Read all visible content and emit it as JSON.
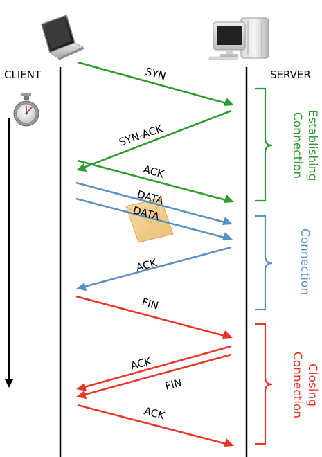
{
  "hosts": {
    "client": {
      "label": "CLIENT",
      "icon": "laptop-icon"
    },
    "server": {
      "label": "SERVER",
      "icon": "desktop-computer-icon"
    }
  },
  "timer_icon": "stopwatch-icon",
  "messages": [
    {
      "label": "SYN",
      "direction": "client-to-server",
      "color": "#2e9b2e"
    },
    {
      "label": "SYN-ACK",
      "direction": "server-to-client",
      "color": "#2e9b2e"
    },
    {
      "label": "ACK",
      "direction": "client-to-server",
      "color": "#2e9b2e"
    },
    {
      "label": "DATA",
      "direction": "client-to-server",
      "color": "#5b8fc7"
    },
    {
      "label": "DATA",
      "direction": "client-to-server",
      "color": "#5b8fc7"
    },
    {
      "label": "ACK",
      "direction": "server-to-client",
      "color": "#5b8fc7"
    },
    {
      "label": "FIN",
      "direction": "client-to-server",
      "color": "#e8362b"
    },
    {
      "label": "ACK",
      "direction": "server-to-client",
      "color": "#e8362b"
    },
    {
      "label": "FIN",
      "direction": "server-to-client",
      "color": "#e8362b"
    },
    {
      "label": "ACK",
      "direction": "client-to-server",
      "color": "#e8362b"
    }
  ],
  "phases": [
    {
      "label_lines": [
        "Establishing",
        "Connection"
      ],
      "color": "#2e9b2e"
    },
    {
      "label_lines": [
        "Connection"
      ],
      "color": "#5b8fc7"
    },
    {
      "label_lines": [
        "Closing",
        "Connection"
      ],
      "color": "#e8362b"
    }
  ]
}
